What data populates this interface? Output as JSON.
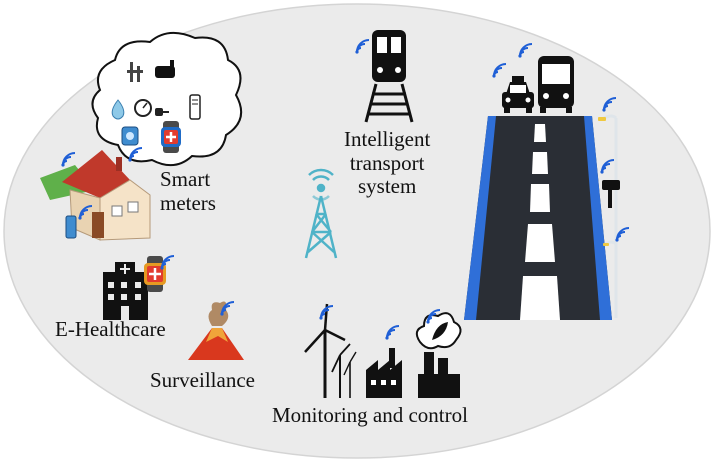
{
  "labels": {
    "smart_meters_line1": "Smart",
    "smart_meters_line2": "meters",
    "its_line1": "Intelligent",
    "its_line2": "transport",
    "its_line3": "system",
    "ehealthcare": "E-Healthcare",
    "surveillance": "Surveillance",
    "monitoring": "Monitoring and control"
  },
  "colors": {
    "ellipse_fill": "#ebebeb",
    "tower": "#4fb3c8",
    "wifi": "#1f5fd6",
    "road": "#2a2e35",
    "road_edge": "#2f6fd8",
    "volcano": "#d9381e",
    "icon_dark": "#111111"
  }
}
